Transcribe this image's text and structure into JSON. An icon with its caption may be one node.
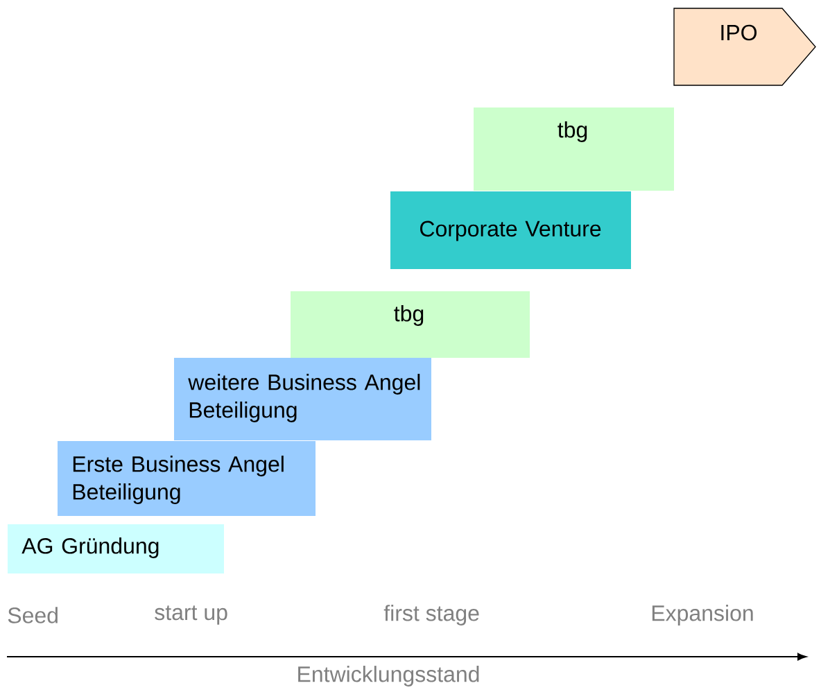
{
  "diagram": {
    "nodes": [
      {
        "text": [
          "IPO"
        ]
      },
      {
        "text": [
          "tbg"
        ]
      },
      {
        "text": [
          "Corporate Venture"
        ]
      },
      {
        "text": [
          "tbg"
        ]
      },
      {
        "text": [
          "weitere Business Angel Beteiligung"
        ]
      },
      {
        "text": [
          "Erste Business Angel Beteiligung"
        ]
      },
      {
        "text": [
          "AG Gründung"
        ]
      }
    ],
    "edges": [],
    "labels": [
      "Seed",
      "start up",
      "first stage",
      "Expansion",
      "Entwicklungsstand"
    ]
  }
}
